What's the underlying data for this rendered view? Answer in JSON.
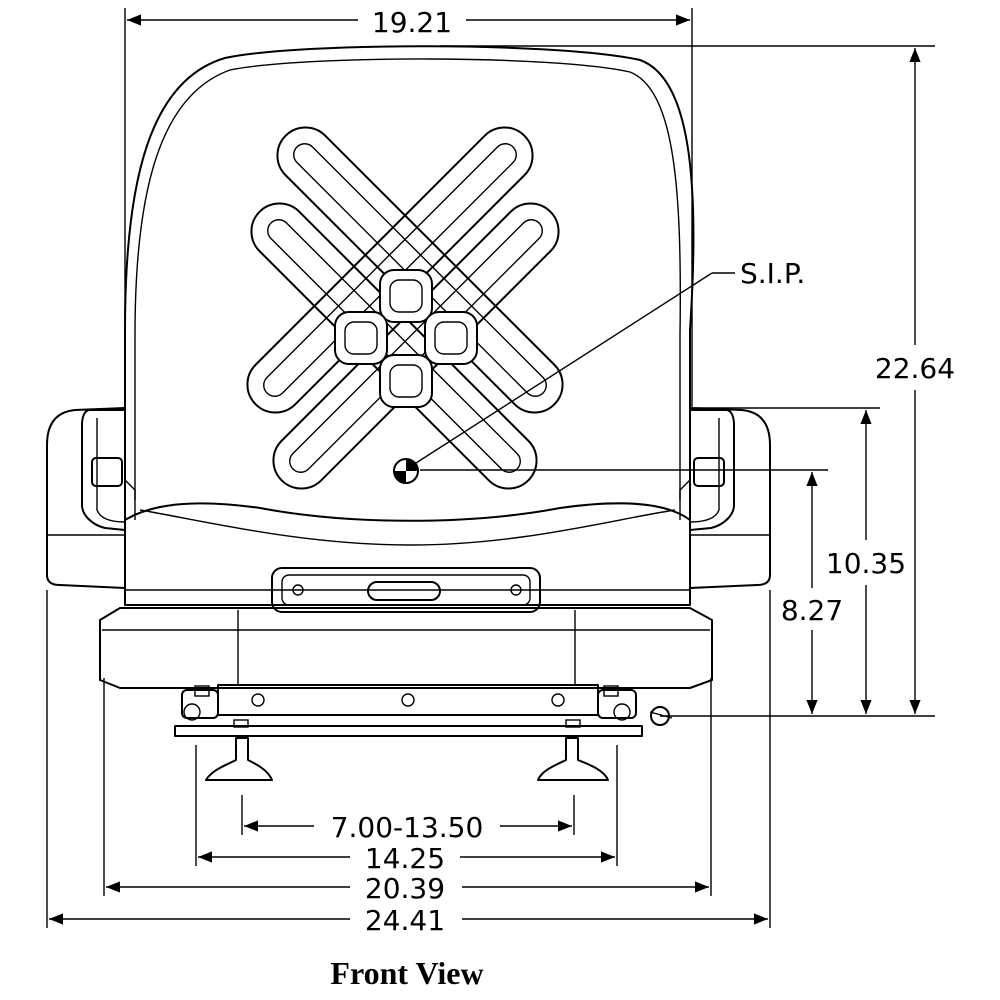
{
  "diagram": {
    "caption": "Front View",
    "sip_label": "S.I.P.",
    "dimensions": {
      "backrest_width": "19.21",
      "overall_height": "22.64",
      "sip_to_base_upper": "10.35",
      "sip_to_base_lower": "8.27",
      "slide_mount_range": "7.00-13.50",
      "mount_width": "14.25",
      "base_width": "20.39",
      "overall_width": "24.41"
    }
  }
}
